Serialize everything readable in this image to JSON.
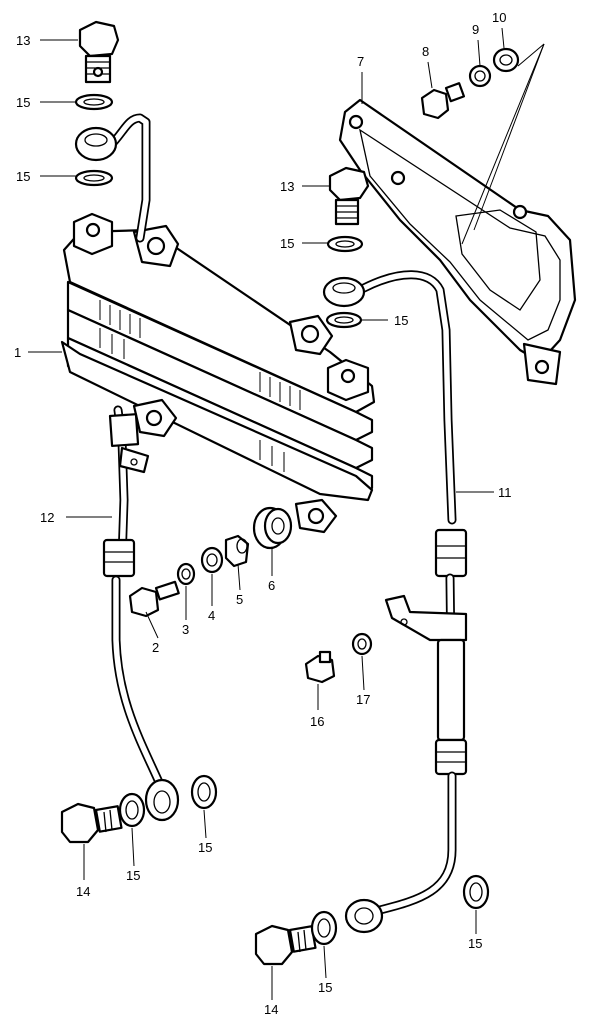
{
  "callouts": {
    "c1": "1",
    "c2": "2",
    "c3": "3",
    "c4": "4",
    "c5": "5",
    "c6": "6",
    "c7": "7",
    "c8": "8",
    "c9": "9",
    "c10": "10",
    "c11": "11",
    "c12": "12",
    "c13a": "13",
    "c13b": "13",
    "c14a": "14",
    "c14b": "14",
    "c15a": "15",
    "c15b": "15",
    "c15c": "15",
    "c15d": "15",
    "c15e": "15",
    "c15f": "15",
    "c15g": "15",
    "c15h": "15",
    "c16": "16",
    "c17": "17"
  }
}
